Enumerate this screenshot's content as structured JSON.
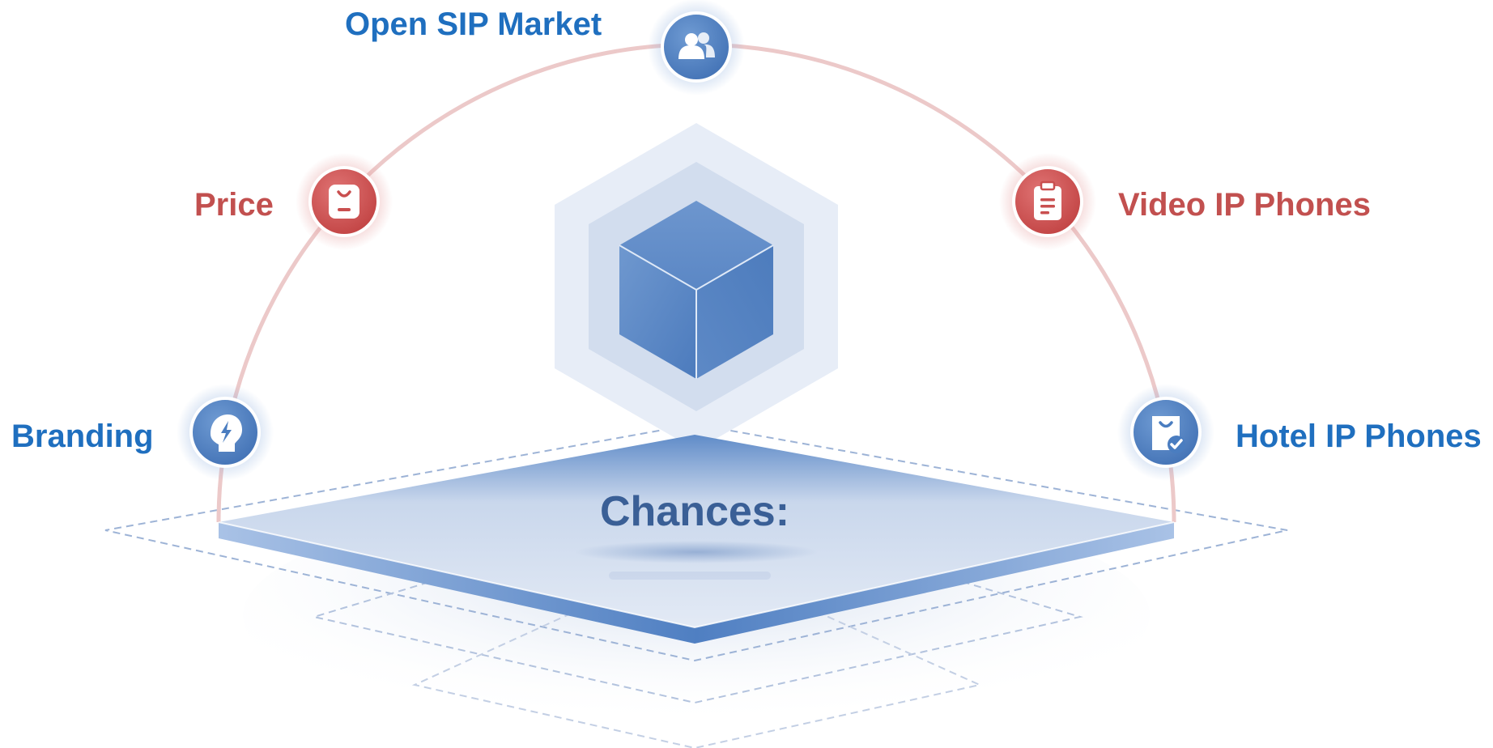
{
  "nodes": {
    "open_sip_market": {
      "label": "Open SIP Market",
      "icon": "users-icon",
      "color": "#4a7dc0"
    },
    "price": {
      "label": "Price",
      "icon": "price-tag-icon",
      "color": "#c94f4f"
    },
    "video_ip_phones": {
      "label": "Video IP Phones",
      "icon": "clipboard-list-icon",
      "color": "#c94f4f"
    },
    "branding": {
      "label": "Branding",
      "icon": "head-bolt-icon",
      "color": "#4a7dc0"
    },
    "hotel_ip_phones": {
      "label": "Hotel IP Phones",
      "icon": "shopping-bag-check-icon",
      "color": "#4a7dc0"
    }
  },
  "center": {
    "title": "Chances:",
    "icon": "cube-icon"
  },
  "colors": {
    "blue_text": "#1f6fbf",
    "red_text": "#c2504f",
    "arc": "#e8c4c4",
    "cube": "#4f7fc0",
    "platform": "#dde6f3"
  }
}
